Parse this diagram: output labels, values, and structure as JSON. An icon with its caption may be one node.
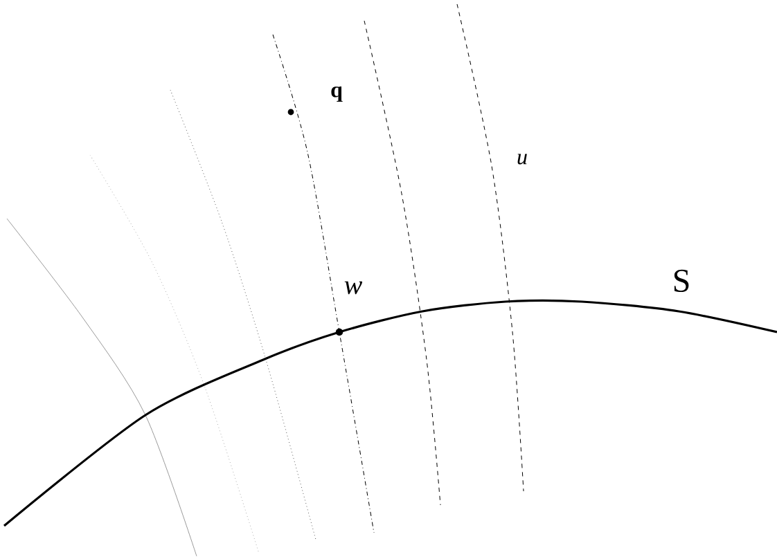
{
  "diagram": {
    "labels": [
      "q",
      "u",
      "w",
      "S"
    ]
  }
}
